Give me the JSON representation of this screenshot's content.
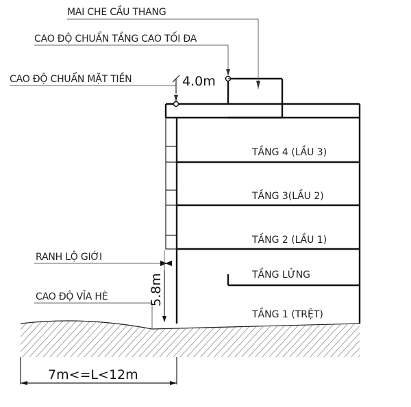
{
  "labels": {
    "roof_cover": "MAI CHE CẦU THANG",
    "max_floor_level": "CAO ĐỘ CHUẨN TẦNG CAO TỐI ĐA",
    "facade_level": "CAO ĐỘ CHUẨN MẶT TIỀN",
    "boundary_line": "RANH LỘ GIỚI",
    "sidewalk_level": "CAO ĐỘ VỈA HÈ"
  },
  "dimensions": {
    "setback_height": "4.0m",
    "ground_height": "5.8m",
    "lot_width": "7m<=L<12m"
  },
  "floors": [
    "TẦNG 4 (LẦU 3)",
    "TẦNG 3(LẦU 2)",
    "TẦNG 2 (LẦU 1)",
    "TẦNG LỬNG",
    "TẦNG 1 (TRỆT)"
  ]
}
